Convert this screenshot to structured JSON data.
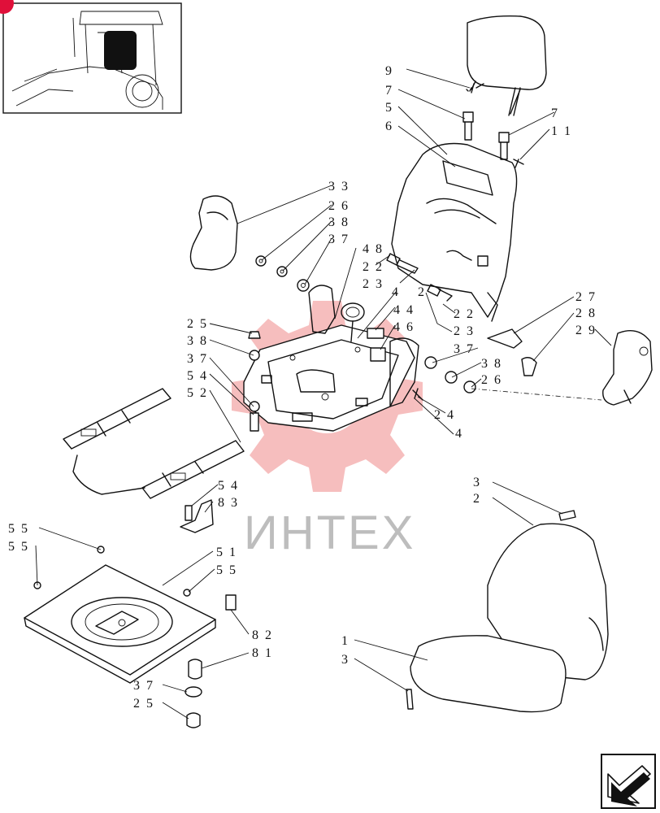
{
  "watermark": {
    "text": "ИНТЕХ",
    "gear_color": "#f4a9a9",
    "text_color": "#bdbdbd"
  },
  "thumbnail": {
    "badge_color": "#e0103a"
  },
  "nav_icon": "next-page-arrow-icon",
  "labels": [
    {
      "id": "l-9",
      "text": "9"
    },
    {
      "id": "l-7a",
      "text": "7"
    },
    {
      "id": "l-5a",
      "text": "5"
    },
    {
      "id": "l-6",
      "text": "6"
    },
    {
      "id": "l-7b",
      "text": "7"
    },
    {
      "id": "l-11",
      "text": "1 1"
    },
    {
      "id": "l-33",
      "text": "3 3"
    },
    {
      "id": "l-26a",
      "text": "2 6"
    },
    {
      "id": "l-38a",
      "text": "3 8"
    },
    {
      "id": "l-37a",
      "text": "3 7"
    },
    {
      "id": "l-48",
      "text": "4 8"
    },
    {
      "id": "l-22a",
      "text": "2 2"
    },
    {
      "id": "l-23a",
      "text": "2 3"
    },
    {
      "id": "l-4a",
      "text": "4"
    },
    {
      "id": "l-2",
      "text": "2"
    },
    {
      "id": "l-22b",
      "text": "2 2"
    },
    {
      "id": "l-23b",
      "text": "2 3"
    },
    {
      "id": "l-44",
      "text": "4 4"
    },
    {
      "id": "l-46",
      "text": "4 6"
    },
    {
      "id": "l-27",
      "text": "2 7"
    },
    {
      "id": "l-28",
      "text": "2 8"
    },
    {
      "id": "l-29",
      "text": "2 9"
    },
    {
      "id": "l-25a",
      "text": "2 5"
    },
    {
      "id": "l-38b",
      "text": "3 8"
    },
    {
      "id": "l-37b",
      "text": "3 7"
    },
    {
      "id": "l-54a",
      "text": "5 4"
    },
    {
      "id": "l-52",
      "text": "5 2"
    },
    {
      "id": "l-37c",
      "text": "3 7"
    },
    {
      "id": "l-38c",
      "text": "3 8"
    },
    {
      "id": "l-26b",
      "text": "2 6"
    },
    {
      "id": "l-24",
      "text": "2 4"
    },
    {
      "id": "l-4b",
      "text": "4"
    },
    {
      "id": "l-54b",
      "text": "5 4"
    },
    {
      "id": "l-83",
      "text": "8 3"
    },
    {
      "id": "l-55a",
      "text": "5 5"
    },
    {
      "id": "l-55b",
      "text": "5 5"
    },
    {
      "id": "l-51",
      "text": "5 1"
    },
    {
      "id": "l-55c",
      "text": "5 5"
    },
    {
      "id": "l-82",
      "text": "8 2"
    },
    {
      "id": "l-81",
      "text": "8 1"
    },
    {
      "id": "l-37d",
      "text": "3 7"
    },
    {
      "id": "l-25b",
      "text": "2 5"
    },
    {
      "id": "l-3a",
      "text": "3"
    },
    {
      "id": "l-2b",
      "text": "2"
    },
    {
      "id": "l-1",
      "text": "1"
    },
    {
      "id": "l-3b",
      "text": "3"
    }
  ]
}
